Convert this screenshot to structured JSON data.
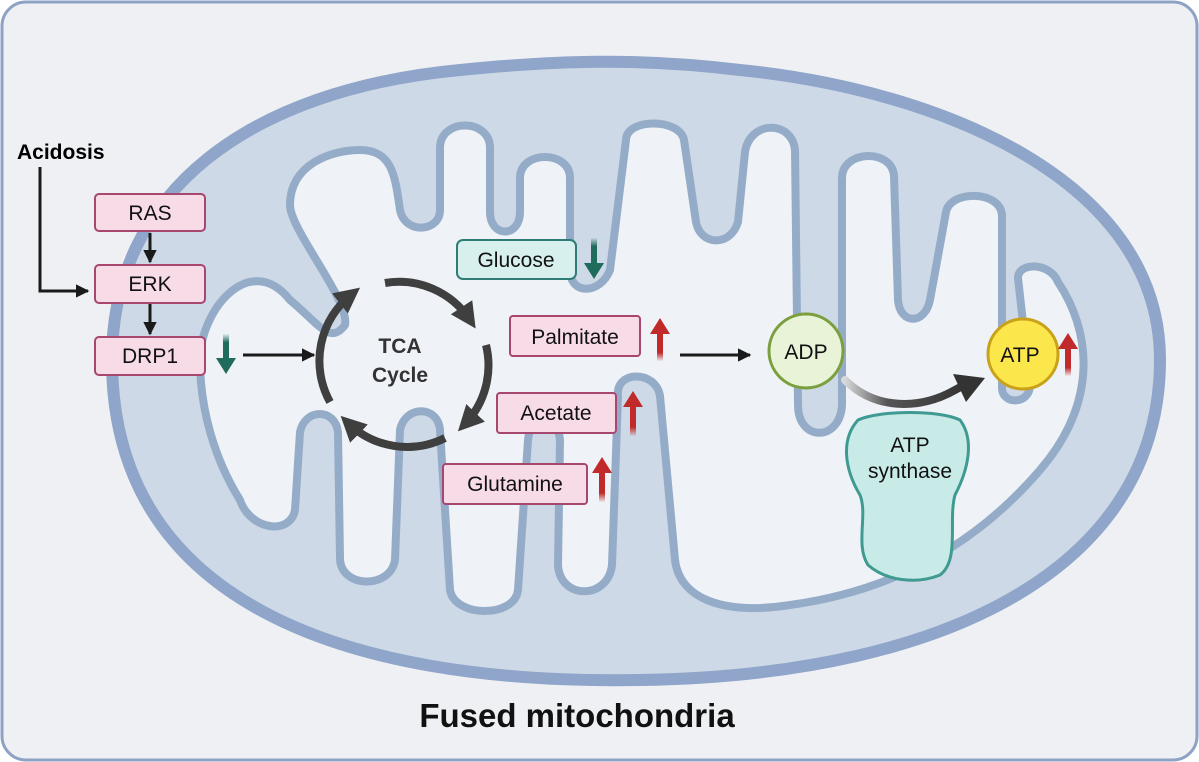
{
  "title": "Fused mitochondria",
  "stimulus": "Acidosis",
  "signaling": {
    "ras": "RAS",
    "erk": "ERK",
    "drp1": "DRP1"
  },
  "cycle": {
    "line1": "TCA",
    "line2": "Cycle"
  },
  "substrates": {
    "glucose": "Glucose",
    "palmitate": "Palmitate",
    "acetate": "Acetate",
    "glutamine": "Glutamine"
  },
  "energy": {
    "adp": "ADP",
    "atp": "ATP",
    "synthase_line1": "ATP",
    "synthase_line2": "synthase"
  },
  "indicators": {
    "drp1": "down",
    "glucose": "down",
    "palmitate": "up",
    "acetate": "up",
    "glutamine": "up",
    "atp": "up"
  },
  "colors": {
    "background": "#eef0f4",
    "frame_border": "#8da2c4",
    "outer_membrane": "#8fa5c9",
    "intermembrane": "#cdd9e6",
    "matrix": "#eff3f8",
    "inner_membrane": "#95acc9",
    "signal_box_fill": "#f7dbe7",
    "signal_box_stroke": "#a8476e",
    "glucose_fill": "#d7efed",
    "glucose_stroke": "#2e7c73",
    "up_arrow": "#c12a2a",
    "down_arrow": "#1f6b5c",
    "adp_fill": "#e8f3d8",
    "adp_stroke": "#7c9f3e",
    "atp_fill": "#fbe64c",
    "atp_stroke": "#c9a21a",
    "synthase_fill": "#c9ebe8",
    "synthase_stroke": "#3f9a92",
    "cycle_arrow": "#3f3f3f"
  }
}
